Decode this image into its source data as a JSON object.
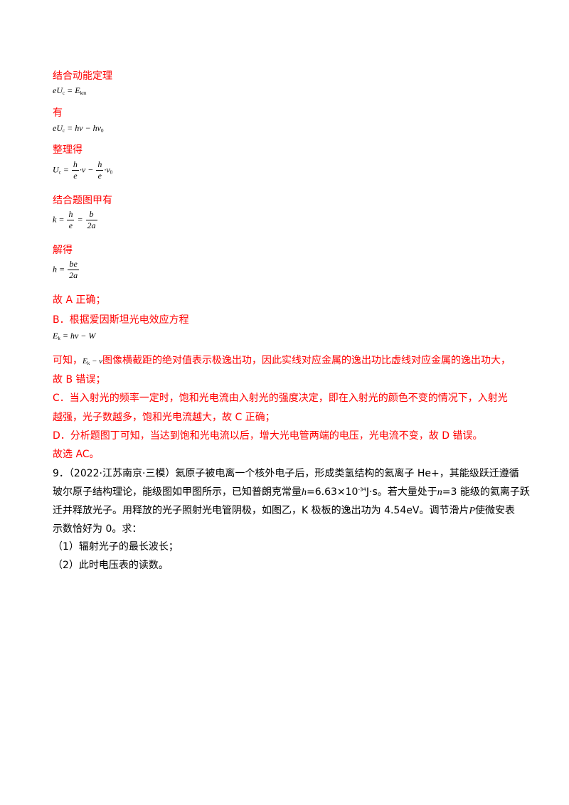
{
  "lines": {
    "l1": "结合动能定理",
    "l2": "有",
    "l3": "整理得",
    "l4": "结合题图甲有",
    "l5": "解得",
    "l6": "故 A 正确；",
    "l7": "B．根据爱因斯坦光电效应方程",
    "l8a": "可知，",
    "l8b": "图像横截距的绝对值表示极逸出功，因此实线对应金属的逸出功比虚线对应金属的逸出功大，",
    "l9": "故 B 错误；",
    "l10": "C．当入射光的频率一定时，饱和光电流由入射光的强度决定，即在入射光的颜色不变的情况下，入射光",
    "l11": "越强，光子数越多，饱和光电流越大，故 C 正确；",
    "l12": "D．分析题图丁可知，当达到饱和光电流以后，增大光电管两端的电压，光电流不变，故 D 错误。",
    "l13": "故选 AC。",
    "q1": "9．（2022·江苏南京·三模）氦原子被电离一个核外电子后，形成类氢结构的氦离子 He+，其能级跃迁遵循",
    "q2a": "玻尔原子结构理论，能级图如甲图所示，已知普朗克常量",
    "q2b": "=6.63×10",
    "q2c": "-34",
    "q2d": "J·s。若大量处于",
    "q2e": "=3 能级的氦离子跃",
    "q3a": "迁并释放光子。用释放的光子照射光电管阴极，如图乙，K 极板的逸出功为 4.54eV。调节滑片",
    "q3b": "使微安表",
    "q4": "示数恰好为 0。求：",
    "q5": "（1）辐射光子的最长波长；",
    "q6": "（2）此时电压表的读数。"
  },
  "vars": {
    "h": "h",
    "n": "n",
    "P": "P"
  },
  "equations": {
    "eq1": "eU_c = E_km",
    "eq2": "eU_c = hν − hν_0",
    "eq3": "U_c = h/e·ν − h/e·ν_0",
    "eq4": "k = h/e = b/2a",
    "eq5": "h = be/2a",
    "eq6": "E_k = hν − W",
    "eq7": "E_k − ν"
  }
}
